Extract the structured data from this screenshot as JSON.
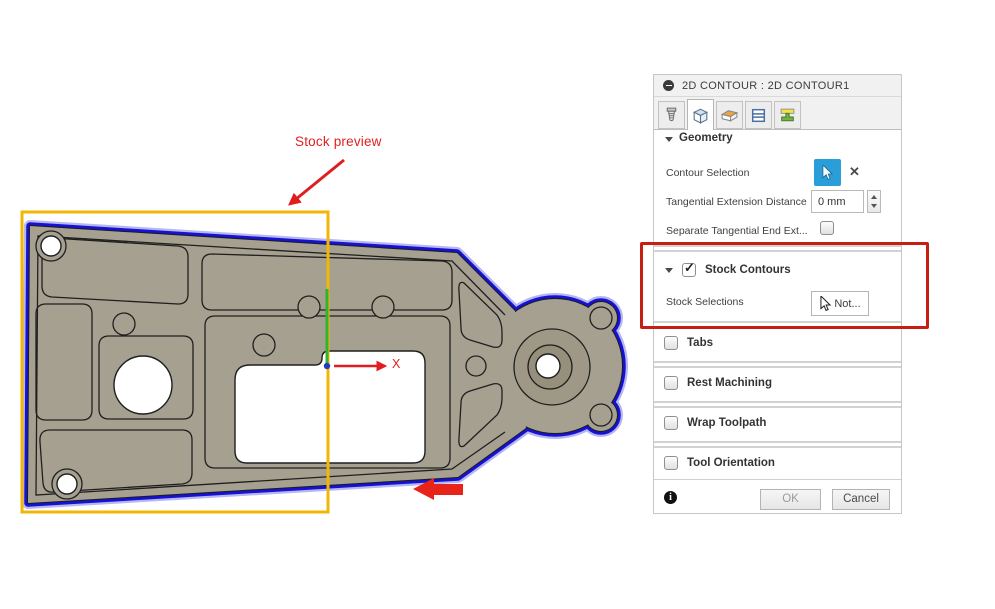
{
  "canvas": {
    "stock_preview_label": "Stock preview",
    "x_axis_label": "X"
  },
  "colors": {
    "part_fill": "#a6a090",
    "part_ring": "#9f9886",
    "part_bore": "#968f7c",
    "contour_blue": "#1512d4",
    "stock_yellow": "#f2b705",
    "annotation_red": "#df1f1f",
    "arrow_red": "#e8231a",
    "selection_blue": "#2a9ed8",
    "axis_green": "#2fb52f"
  },
  "icons": {
    "close": "✕",
    "check": "✓",
    "info": "i"
  },
  "dialog": {
    "title": "2D CONTOUR : 2D CONTOUR1",
    "tabs": [
      {
        "icon": "tool-icon",
        "selected": false
      },
      {
        "icon": "geometry-icon",
        "selected": true
      },
      {
        "icon": "radii-icon",
        "selected": false
      },
      {
        "icon": "heights-icon",
        "selected": false
      },
      {
        "icon": "linking-icon",
        "selected": false
      }
    ],
    "geometry_section": {
      "label": "Geometry",
      "contour_selection_label": "Contour Selection",
      "tangential_label": "Tangential Extension Distance",
      "tangential_value": "0 mm",
      "separate_label": "Separate Tangential End Ext...",
      "separate_checked": false
    },
    "stock_section": {
      "label": "Stock Contours",
      "checked": true,
      "stock_selections_label": "Stock Selections",
      "stock_selections_button": "Not..."
    },
    "toggle_sections": [
      {
        "label": "Tabs",
        "checked": false
      },
      {
        "label": "Rest Machining",
        "checked": false
      },
      {
        "label": "Wrap Toolpath",
        "checked": false
      },
      {
        "label": "Tool Orientation",
        "checked": false
      }
    ],
    "footer": {
      "ok_label": "OK",
      "cancel_label": "Cancel"
    }
  }
}
